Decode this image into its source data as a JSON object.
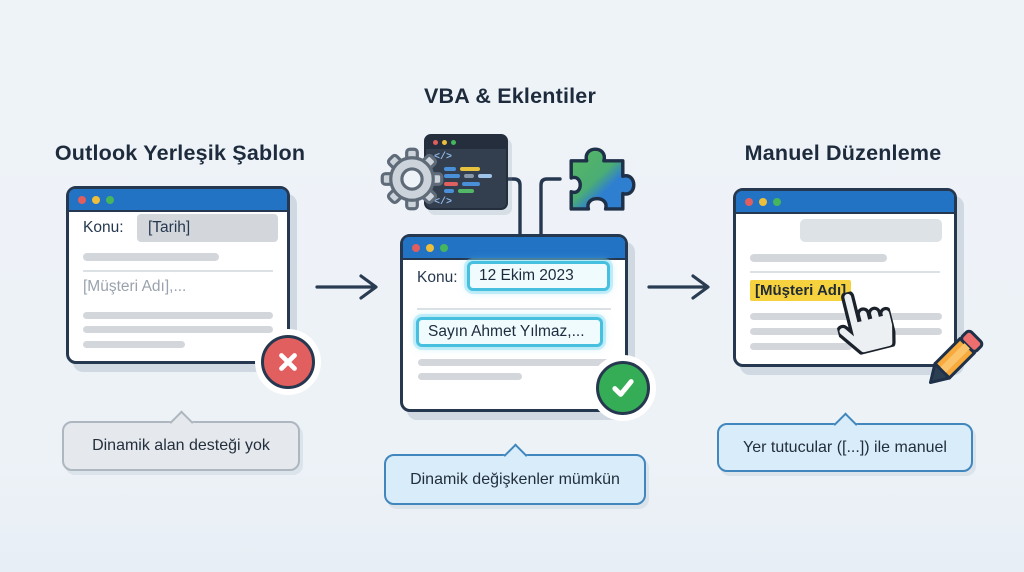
{
  "page": {
    "background": "#edf2f7"
  },
  "sections": {
    "left": {
      "title": "Outlook Yerleşik Şablon",
      "window": {
        "subject_label": "Konu:",
        "subject_value": "[Tarih]",
        "body_text": "[Müşteri Adı],...",
        "status": "error"
      },
      "tooltip": "Dinamik alan desteği yok"
    },
    "middle": {
      "title": "VBA & Eklentiler",
      "icons": [
        "gear-icon",
        "code-editor-icon",
        "puzzle-icon"
      ],
      "code_tag_open": "</>",
      "code_tag_close": "</>",
      "window": {
        "subject_label": "Konu:",
        "subject_value": "12 Ekim 2023",
        "body_text": "Sayın Ahmet Yılmaz,...",
        "status": "success"
      },
      "tooltip": "Dinamik değişkenler mümkün"
    },
    "right": {
      "title": "Manuel Düzenleme",
      "icons": [
        "hand-cursor-icon",
        "pencil-icon"
      ],
      "window": {
        "highlight_text": "[Müşteri Adı]"
      },
      "tooltip": "Yer tutucular ([...]) ile manuel"
    }
  },
  "colors": {
    "titlebar_blue": "#2273c4",
    "outline_dark": "#26384f",
    "accent_cyan": "#47c0df",
    "highlight_yellow": "#f6d23f",
    "error_red": "#e25f5f",
    "success_green": "#35ad56",
    "tooltip_gray_fill": "#e5e9ed",
    "tooltip_gray_border": "#aeb6bf",
    "tooltip_blue_fill": "#d9ecf9",
    "tooltip_blue_border": "#4187bd"
  }
}
